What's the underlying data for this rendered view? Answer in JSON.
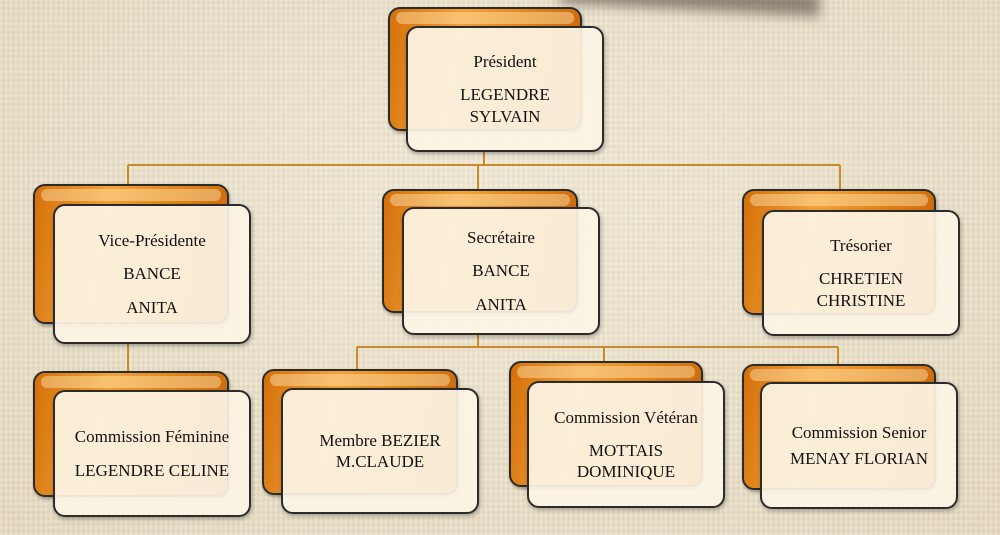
{
  "org_chart": {
    "president": {
      "role": "Président",
      "name_line1": "LEGENDRE",
      "name_line2": "SYLVAIN"
    },
    "vice_president": {
      "role": "Vice-Présidente",
      "name_line1": "BANCE",
      "name_line2": "ANITA"
    },
    "secretary": {
      "role": "Secrétaire",
      "name_line1": "BANCE",
      "name_line2": "ANITA"
    },
    "treasurer": {
      "role": "Trésorier",
      "name_line1": "CHRETIEN",
      "name_line2": "CHRISTINE"
    },
    "commission_feminine": {
      "role": "Commission Féminine",
      "name": "LEGENDRE CELINE"
    },
    "member": {
      "line1": "Membre BEZIER",
      "line2": "M.CLAUDE"
    },
    "commission_veteran": {
      "role": "Commission Vétéran",
      "name_line1": "MOTTAIS",
      "name_line2": "DOMINIQUE"
    },
    "commission_senior": {
      "role": "Commission Senior",
      "name": "MENAY FLORIAN"
    }
  },
  "colors": {
    "accent_orange": "#e8891c",
    "box_fill": "#fcf4e4",
    "connector": "#c98a2a"
  }
}
